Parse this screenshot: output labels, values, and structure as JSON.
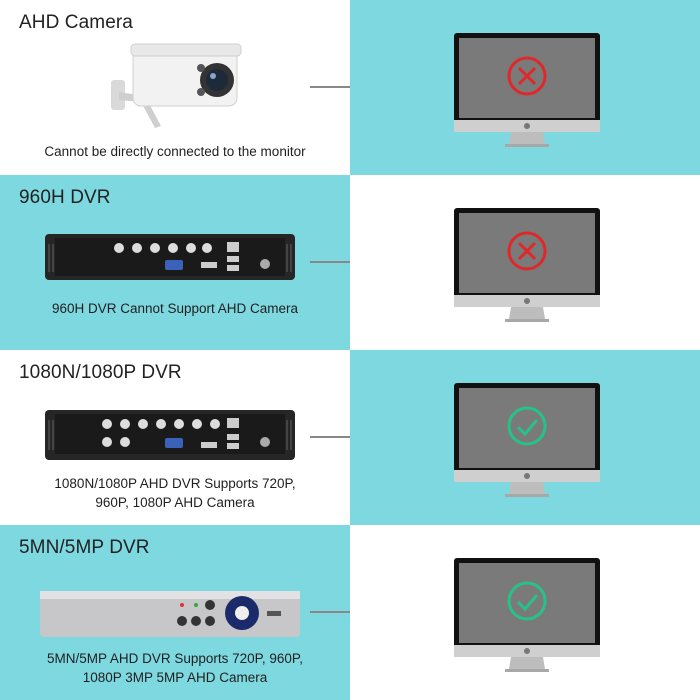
{
  "colors": {
    "teal": "#7ed8e0",
    "white": "#ffffff",
    "red": "#e0282a",
    "green": "#27c28a",
    "screen": "#7a7a7a"
  },
  "rows": [
    {
      "title": "AHD Camera",
      "caption_lines": [
        "Cannot be directly connected to the monitor"
      ],
      "status": "incompatible",
      "status_icon": "x-circle-icon"
    },
    {
      "title": "960H DVR",
      "caption_lines": [
        "960H DVR Cannot Support AHD Camera"
      ],
      "status": "incompatible",
      "status_icon": "x-circle-icon"
    },
    {
      "title": "1080N/1080P DVR",
      "caption_lines": [
        "1080N/1080P AHD DVR Supports 720P,",
        "960P, 1080P AHD Camera"
      ],
      "status": "compatible",
      "status_icon": "check-circle-icon"
    },
    {
      "title": "5MN/5MP DVR",
      "caption_lines": [
        "5MN/5MP AHD DVR Supports 720P, 960P,",
        "1080P 3MP 5MP AHD Camera"
      ],
      "status": "compatible",
      "status_icon": "check-circle-icon"
    }
  ]
}
